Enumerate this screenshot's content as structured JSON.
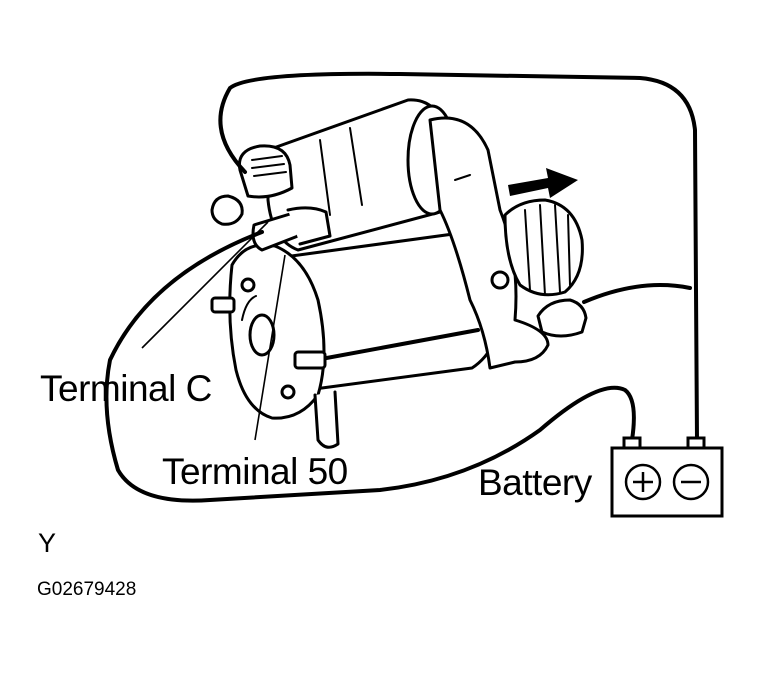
{
  "labels": {
    "terminal_c": "Terminal C",
    "terminal_50": "Terminal 50",
    "battery": "Battery",
    "corner_mark": "Y",
    "figure_code": "G02679428"
  },
  "battery_symbols": {
    "positive": "⊕",
    "negative": "⊖"
  },
  "icons": {
    "motion_arrow": "arrow-right-icon",
    "starter": "starter-motor-icon"
  },
  "colors": {
    "ink": "#000000",
    "paper": "#ffffff"
  }
}
